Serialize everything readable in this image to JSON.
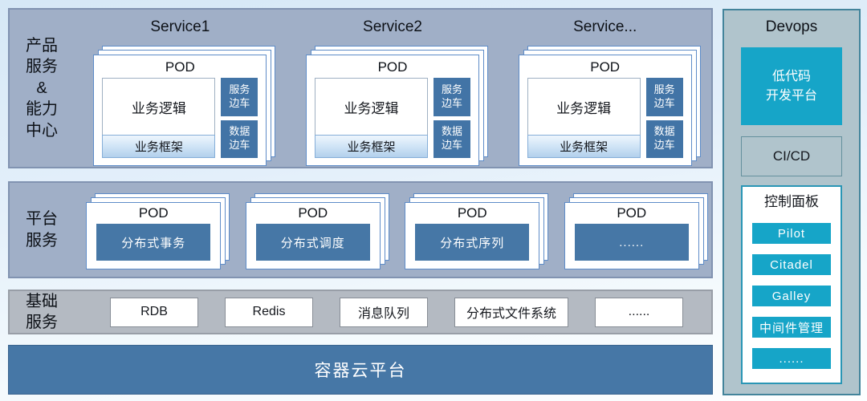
{
  "colors": {
    "band_blue": "#a0afc7",
    "band_gray": "#b4bac2",
    "steel_blue": "#4677a6",
    "card_border": "#5e8cc8",
    "teal": "#16a5c8",
    "devops_bg": "#b0c4cc",
    "devops_border": "#43849b",
    "page_gradient_top": "#d6e8f6"
  },
  "band_products": {
    "label": "产品\n服务\n&\n能力\n中心",
    "services": [
      {
        "title": "Service1",
        "pod_label": "POD",
        "logic": "业务逻辑",
        "framework": "业务框架",
        "sidecar_top": "服务边车",
        "sidecar_bottom": "数据边车"
      },
      {
        "title": "Service2",
        "pod_label": "POD",
        "logic": "业务逻辑",
        "framework": "业务框架",
        "sidecar_top": "服务边车",
        "sidecar_bottom": "数据边车"
      },
      {
        "title": "Service...",
        "pod_label": "POD",
        "logic": "业务逻辑",
        "framework": "业务框架",
        "sidecar_top": "服务边车",
        "sidecar_bottom": "数据边车"
      }
    ]
  },
  "band_platform": {
    "label": "平台\n服务",
    "pods": [
      {
        "pod_label": "POD",
        "name": "分布式事务"
      },
      {
        "pod_label": "POD",
        "name": "分布式调度"
      },
      {
        "pod_label": "POD",
        "name": "分布式序列"
      },
      {
        "pod_label": "POD",
        "name": "......"
      }
    ]
  },
  "band_base": {
    "label": "基础\n服务",
    "items": [
      "RDB",
      "Redis",
      "消息队列",
      "分布式文件系统",
      "......"
    ]
  },
  "platform_bar": {
    "label": "容器云平台"
  },
  "devops": {
    "title": "Devops",
    "lowcode_label": "低代码\n开发平台",
    "cicd_label": "CI/CD",
    "control_panel": {
      "title": "控制面板",
      "buttons": [
        "Pilot",
        "Citadel",
        "Galley",
        "中间件管理",
        "......"
      ]
    }
  }
}
